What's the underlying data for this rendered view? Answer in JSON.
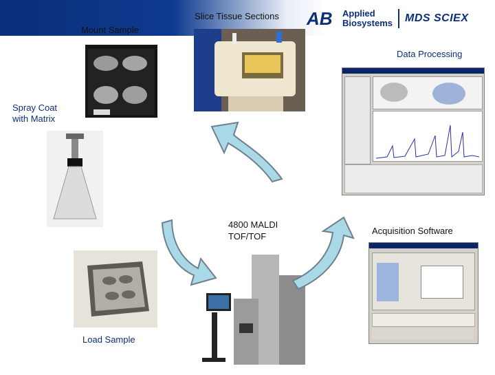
{
  "labels": {
    "slice_tissue": "Slice Tissue Sections",
    "mount_sample": "Mount Sample",
    "data_processing": "Data Processing",
    "spray_coat": "Spray Coat\nwith Matrix",
    "maldi": "4800 MALDI\nTOF/TOF",
    "acquisition_software": "Acquisition Software",
    "load_sample": "Load Sample"
  },
  "logo": {
    "mark": "AB",
    "brand_line1": "Applied",
    "brand_line2": "Biosystems",
    "partner": "MDS SCIEX"
  },
  "colors": {
    "banner": "#0b2f7a",
    "arrow_fill": "#a9d8e6",
    "arrow_stroke": "#6f7f8f"
  }
}
